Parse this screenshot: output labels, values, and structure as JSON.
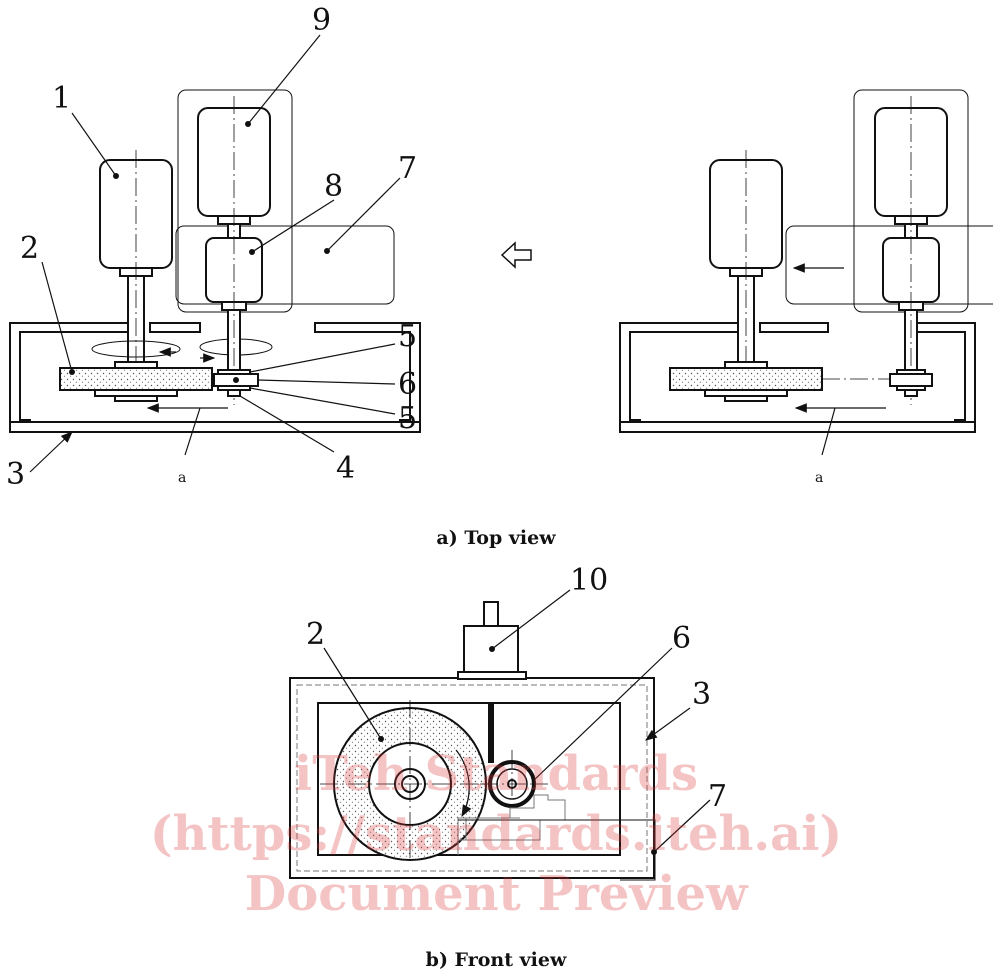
{
  "labels": {
    "n1": "1",
    "n2": "2",
    "n3": "3",
    "n4": "4",
    "n5a": "5",
    "n5b": "5",
    "n6": "6",
    "n7": "7",
    "n8": "8",
    "n9": "9",
    "a_left": "a",
    "a_right": "a",
    "b_n2": "2",
    "b_n3": "3",
    "b_n6": "6",
    "b_n7": "7",
    "b_n10": "10"
  },
  "captions": {
    "top": "a) Top view",
    "front": "b) Front view"
  },
  "watermark": {
    "line1": "iTeh Standards",
    "line2": "(https://standards.iteh.ai)",
    "line3": "Document Preview"
  },
  "colors": {
    "ink": "#111111",
    "watermark": "#dc3c3c"
  },
  "icons": {
    "direction_arrow": "hollow-left-arrow-icon"
  }
}
